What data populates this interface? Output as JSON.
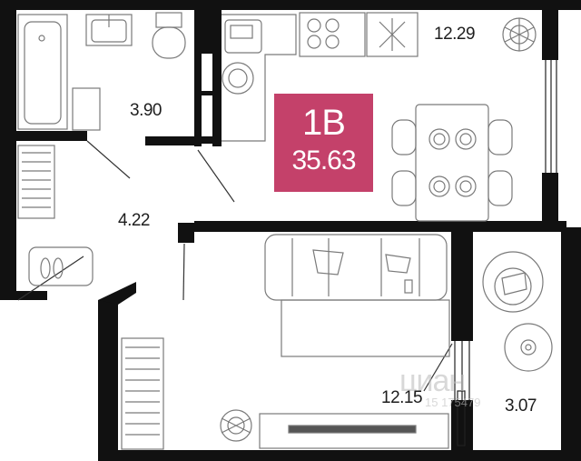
{
  "apartment": {
    "type_label": "1В",
    "total_area": "35.63"
  },
  "rooms": [
    {
      "id": "kitchen-living",
      "area": "12.29"
    },
    {
      "id": "bathroom",
      "area": "3.90"
    },
    {
      "id": "hall",
      "area": "4.22"
    },
    {
      "id": "bedroom",
      "area": "12.15"
    },
    {
      "id": "loggia",
      "area": "3.07"
    }
  ],
  "colors": {
    "badge": "#c4416a",
    "wall": "#111111",
    "furniture": "#7a7a7a"
  },
  "watermark": {
    "brand": "циан",
    "code": "15 175479"
  }
}
